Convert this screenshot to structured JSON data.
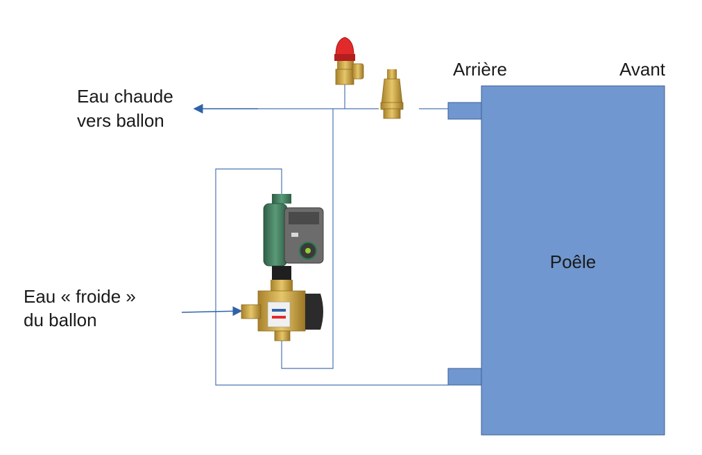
{
  "labels": {
    "hot_water_line1": "Eau chaude",
    "hot_water_line2": "vers ballon",
    "cold_water_line1": "Eau « froide »",
    "cold_water_line2": "du ballon",
    "rear": "Arrière",
    "front": "Avant",
    "stove": "Poêle"
  },
  "colors": {
    "stove_fill": "#7097cf",
    "stove_stroke": "#3a5f96",
    "pipe": "#4a74b0",
    "arrow": "#2f62a8",
    "brass": "#c9a645",
    "valve_red": "#e32a2a",
    "pump_green": "#3e7a5c",
    "pump_grey": "#6c6c6c",
    "valve_black": "#2b2b2b"
  },
  "components": [
    "safety-valve",
    "air-vent",
    "circulator-pump",
    "thermostatic-mixing-valve",
    "stove"
  ]
}
